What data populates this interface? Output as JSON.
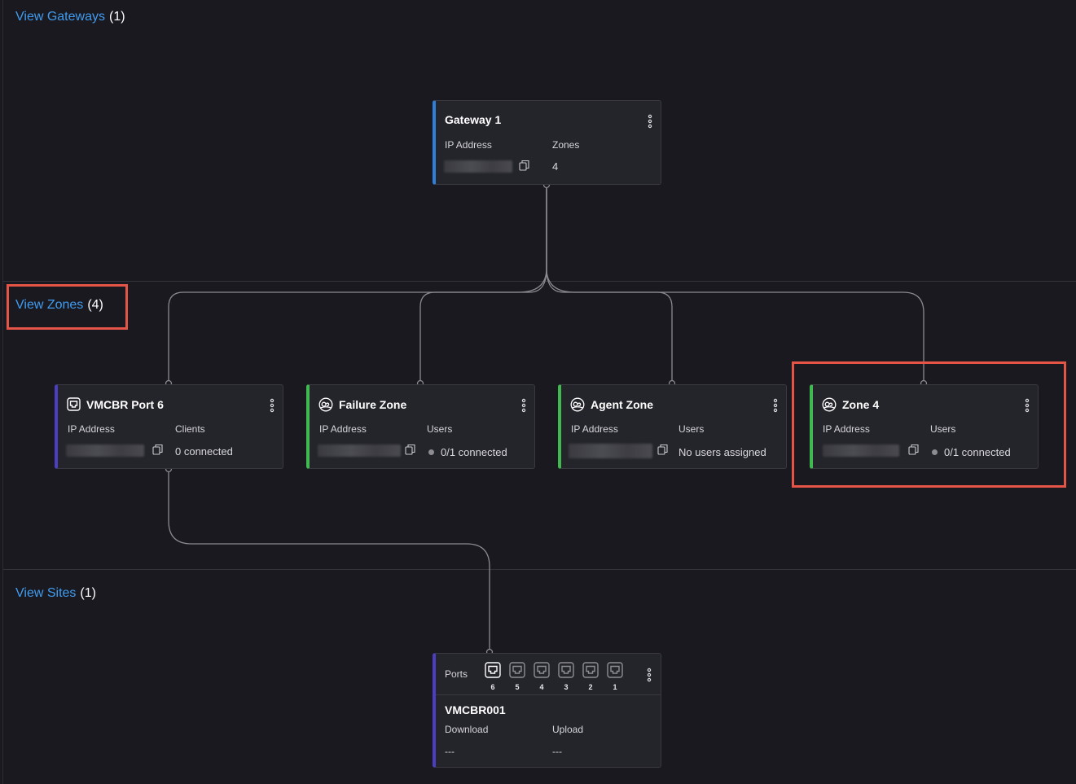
{
  "sections": {
    "gateways": {
      "link": "View Gateways",
      "count": "(1)"
    },
    "zones": {
      "link": "View Zones",
      "count": "(4)"
    },
    "sites": {
      "link": "View Sites",
      "count": "(1)"
    }
  },
  "gateway": {
    "title": "Gateway 1",
    "ip_label": "IP Address",
    "zones_label": "Zones",
    "zones_value": "4",
    "accent": "#2d7fd8"
  },
  "zones": [
    {
      "title": "VMCBR Port 6",
      "icon": "ethernet-port-icon",
      "ip_label": "IP Address",
      "col2_label": "Clients",
      "col2_value": "0 connected",
      "accent": "#4b3fbf"
    },
    {
      "title": "Failure Zone",
      "icon": "zone-icon",
      "ip_label": "IP Address",
      "col2_label": "Users",
      "col2_value": "0/1 connected",
      "accent": "#3fb950"
    },
    {
      "title": "Agent Zone",
      "icon": "zone-icon",
      "ip_label": "IP Address",
      "col2_label": "Users",
      "col2_value": "No users assigned",
      "accent": "#3fb950"
    },
    {
      "title": "Zone 4",
      "icon": "zone-icon",
      "ip_label": "IP Address",
      "col2_label": "Users",
      "col2_value": "0/1 connected",
      "accent": "#3fb950"
    }
  ],
  "site": {
    "ports_label": "Ports",
    "ports": [
      "6",
      "5",
      "4",
      "3",
      "2",
      "1"
    ],
    "title": "VMCBR001",
    "download_label": "Download",
    "upload_label": "Upload",
    "download_value": "---",
    "upload_value": "---",
    "accent": "#4b3fbf"
  },
  "colors": {
    "link": "#3f9cf0",
    "highlight": "#e45548",
    "background": "#1a1920"
  }
}
